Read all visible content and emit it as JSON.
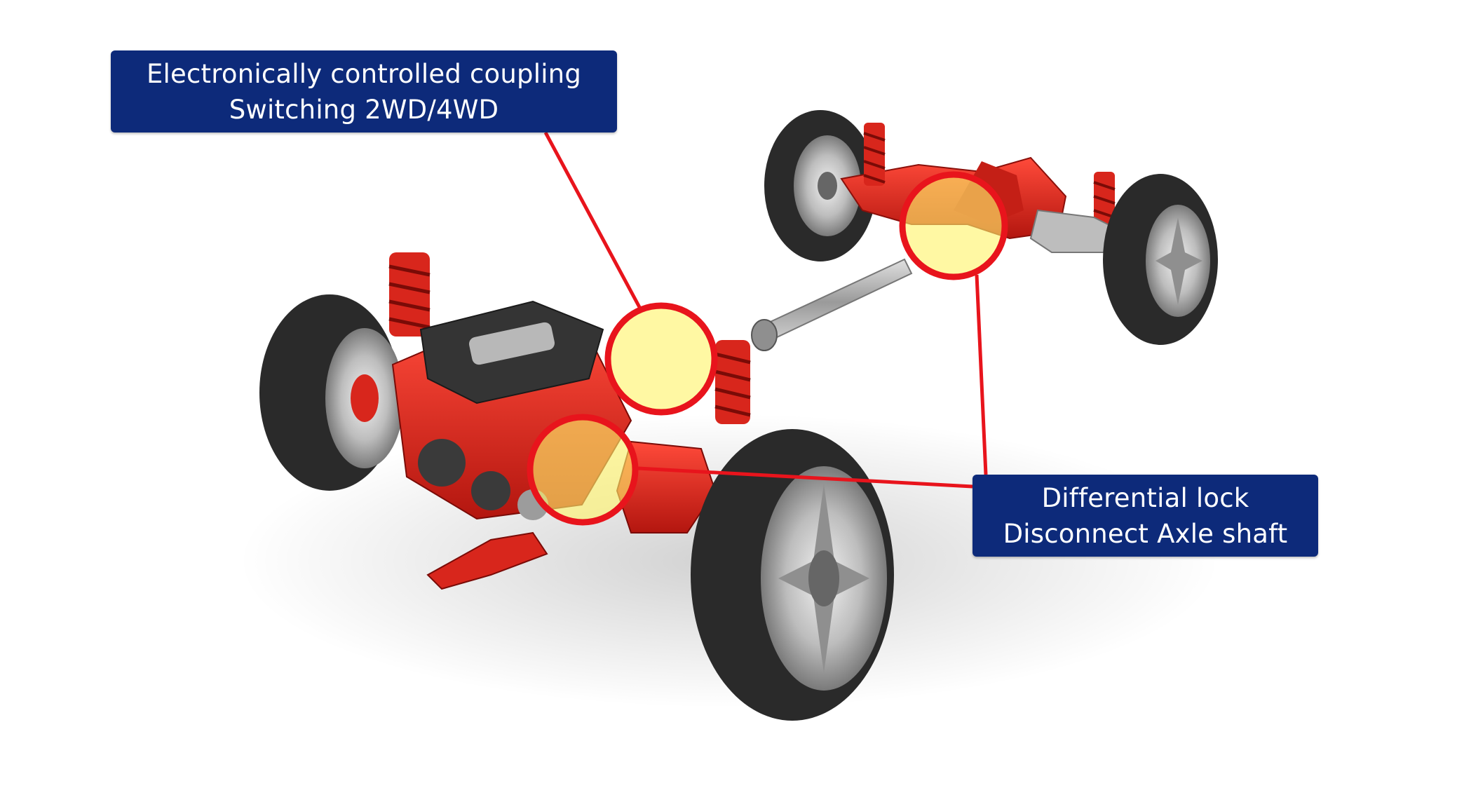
{
  "callouts": {
    "coupling": {
      "line1": "Electronically controlled coupling",
      "line2": "Switching 2WD/4WD"
    },
    "differential": {
      "line1": "Differential lock",
      "line2": "Disconnect Axle shaft"
    }
  },
  "colors": {
    "callout_background": "#0d2a7a",
    "callout_text": "#ffffff",
    "leader_line": "#e8141c",
    "highlight_ring": "#e8141c",
    "highlight_fill": "#fff36b",
    "chassis_red": "#d8261c",
    "tire": "#2b2b2b",
    "rim": "#c9c9c9"
  },
  "icons": {
    "highlight": "circle-highlight-icon",
    "wheel": "wheel-icon",
    "spring": "coil-spring-icon",
    "engine": "engine-icon"
  }
}
